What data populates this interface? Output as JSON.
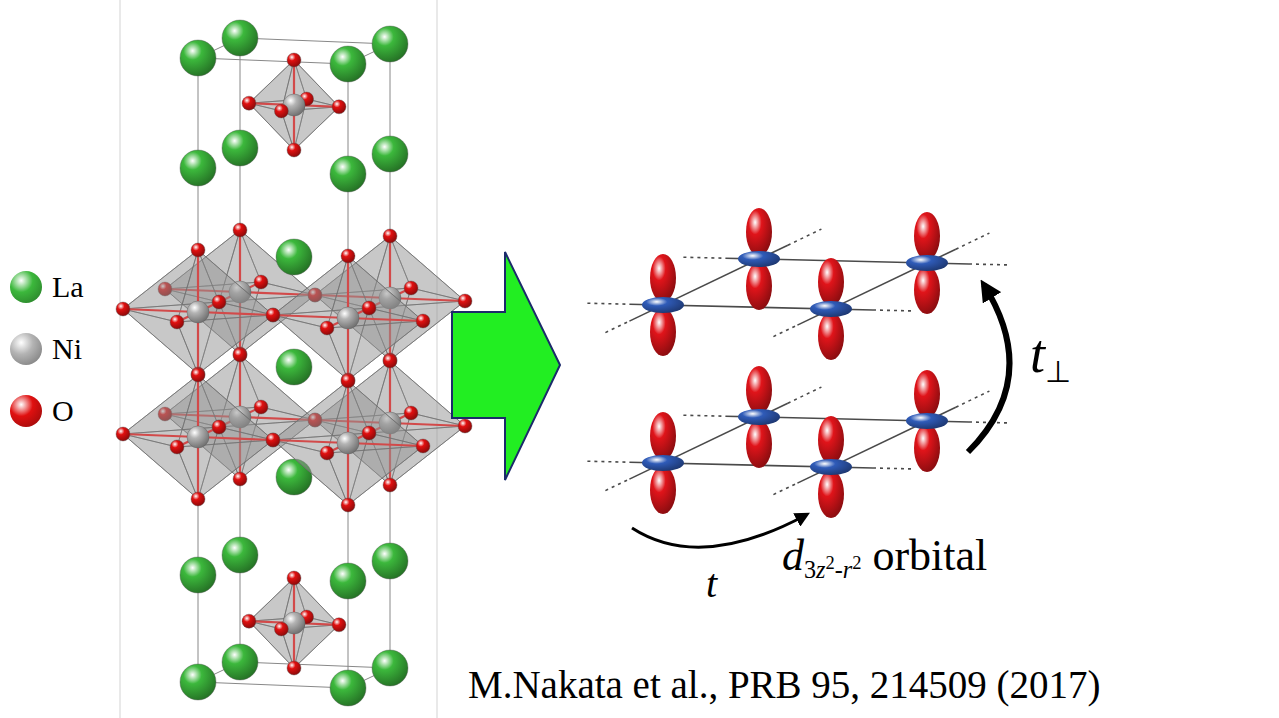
{
  "diagram": {
    "labels": [
      "t⊥",
      "t",
      "d3z2-r2 orbital",
      "M.Nakata et al., PRB 95, 214509 (2017)"
    ],
    "legend": [
      {
        "text": "La",
        "color": "#3cb83c"
      },
      {
        "text": "Ni",
        "color": "#b4b4b4"
      },
      {
        "text": "O",
        "color": "#e01010"
      }
    ]
  }
}
